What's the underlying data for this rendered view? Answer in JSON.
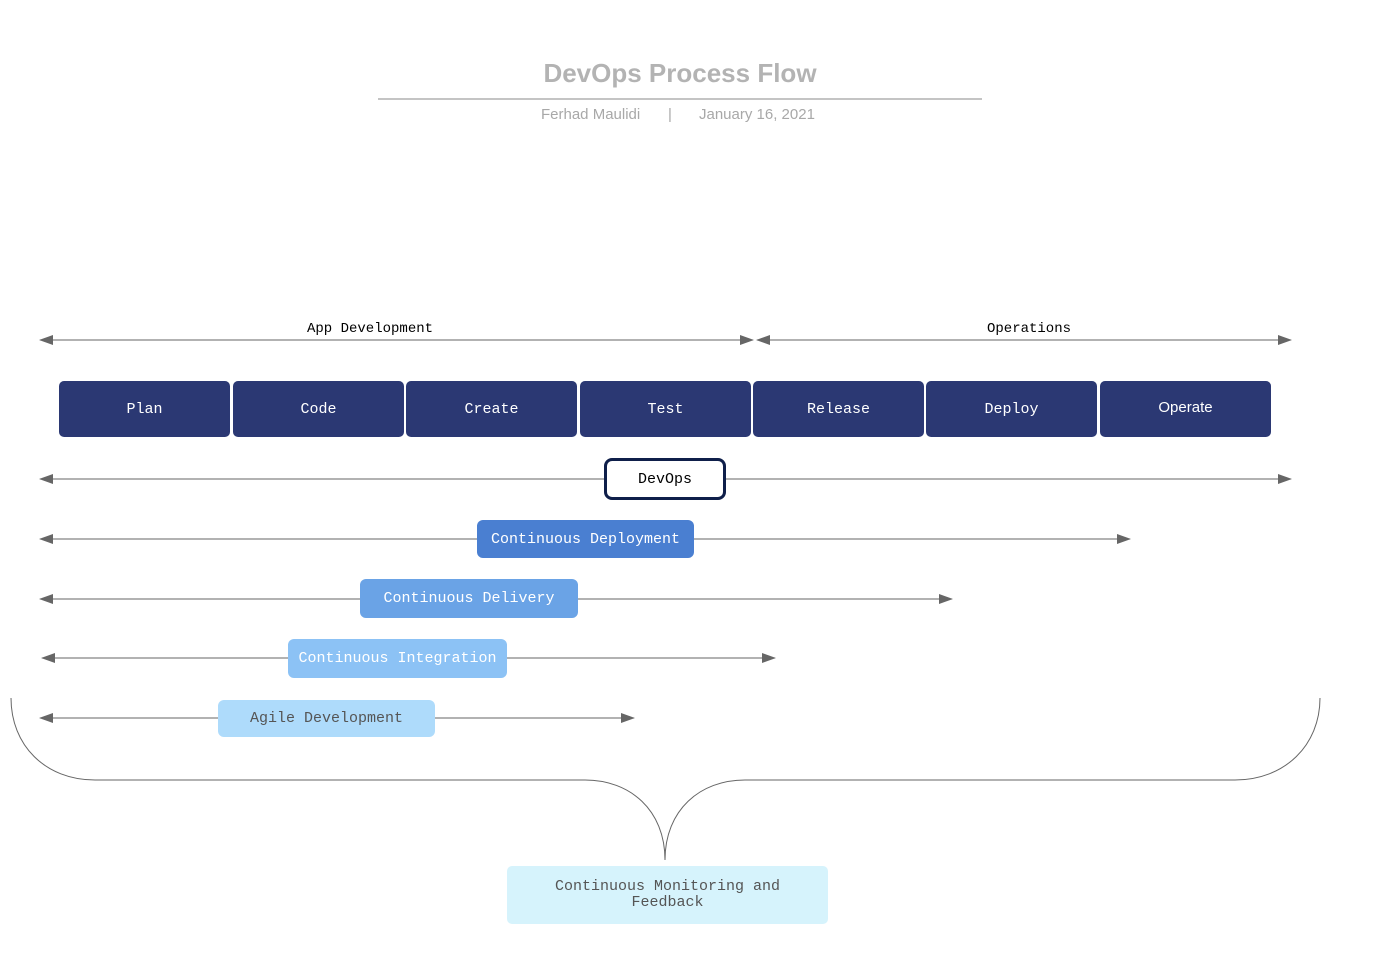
{
  "header": {
    "title": "DevOps Process Flow",
    "author": "Ferhad Maulidi",
    "separator": "|",
    "date": "January 16, 2021"
  },
  "phases": {
    "app_development": "App Development",
    "operations": "Operations"
  },
  "stages": [
    "Plan",
    "Code",
    "Create",
    "Test",
    "Release",
    "Deploy",
    "Operate"
  ],
  "practices": {
    "devops": "DevOps",
    "continuous_deployment": "Continuous Deployment",
    "continuous_delivery": "Continuous Delivery",
    "continuous_integration": "Continuous Integration",
    "agile_development": "Agile Development"
  },
  "feedback": "Continuous Monitoring and Feedback",
  "colors": {
    "stage_fill": "#2b3873",
    "devops_border": "#0f1f4a",
    "continuous_deployment": "#4a7fd1",
    "continuous_delivery": "#6aa3e6",
    "continuous_integration": "#8cc2f5",
    "agile_development": "#aedbfb",
    "feedback_fill": "#d6f3fc",
    "arrow": "#666666"
  }
}
